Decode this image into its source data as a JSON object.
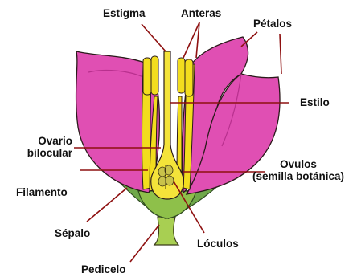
{
  "diagram": {
    "labels": {
      "estigma": "Estigma",
      "anteras": "Anteras",
      "petalos": "Pétalos",
      "estilo": "Estilo",
      "ovario_line1": "Ovario",
      "ovario_line2": "bilocular",
      "ovulos_line1": "Ovulos",
      "ovulos_line2": "(semilla botánica)",
      "filamento": "Filamento",
      "sepalo": "Sépalo",
      "loculos": "Lóculos",
      "pedicelo": "Pedicelo"
    },
    "colors": {
      "petal": "#e04fb3",
      "petal_dark": "#b8308e",
      "stamen": "#f2dd1e",
      "stamen_dark": "#c9a400",
      "sepal": "#6fa84a",
      "pedicel": "#9fc84c",
      "leader_line": "#8e1010",
      "outline": "#2a1a1a"
    }
  }
}
